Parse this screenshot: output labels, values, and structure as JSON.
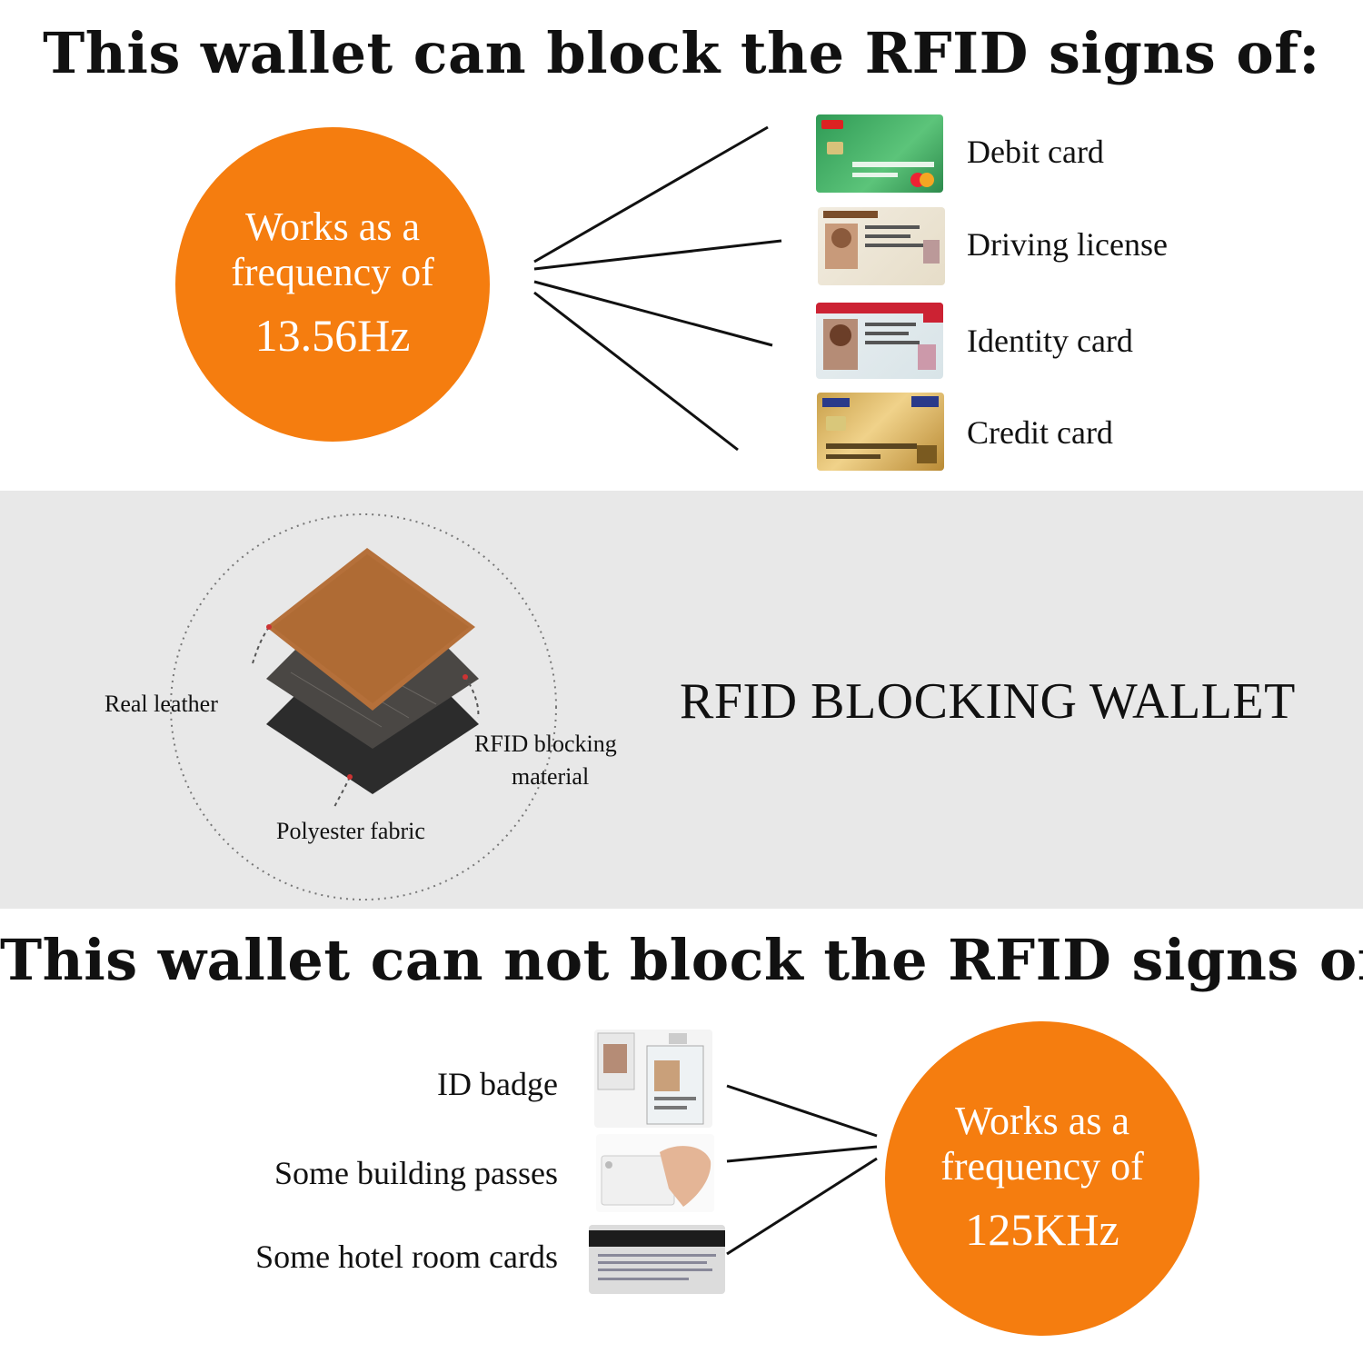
{
  "top": {
    "headline": "This wallet can block the RFID signs of:",
    "circle": {
      "line1": "Works as a",
      "line2": "frequency of",
      "value": "13.56Hz"
    },
    "cards": [
      {
        "label": "Debit card",
        "icon": "debit-card-image"
      },
      {
        "label": "Driving license",
        "icon": "driving-license-image"
      },
      {
        "label": "Identity card",
        "icon": "identity-card-image"
      },
      {
        "label": "Credit card",
        "icon": "credit-card-image"
      }
    ]
  },
  "middle": {
    "title": "RFID BLOCKING WALLET",
    "layers": {
      "leather": "Real leather",
      "blocking_line1": "RFID blocking",
      "blocking_line2": "material",
      "polyester": "Polyester fabric"
    },
    "colors": {
      "band": "#e8e8e8",
      "leather": "#b5703a",
      "fabric": "#3a3a3a"
    }
  },
  "bottom": {
    "headline": "This wallet can not block the RFID signs of:",
    "circle": {
      "line1": "Works as a",
      "line2": "frequency of",
      "value": "125KHz"
    },
    "items": [
      {
        "label": "ID badge",
        "icon": "id-badge-image"
      },
      {
        "label": "Some building passes",
        "icon": "building-pass-image"
      },
      {
        "label": "Some hotel room cards",
        "icon": "hotel-card-image"
      }
    ]
  },
  "colors": {
    "accent": "#f57d0f"
  }
}
